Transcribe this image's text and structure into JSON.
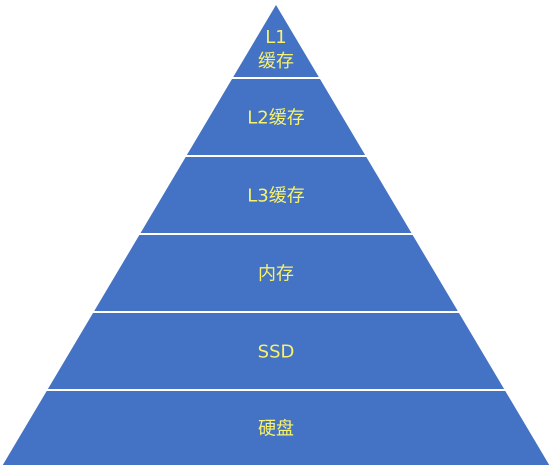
{
  "diagram": {
    "type": "pyramid",
    "colors": {
      "fill": "#4472c4",
      "separator": "#ffffff",
      "label": "#f7f26e",
      "background": "#ffffff"
    },
    "tiers": [
      {
        "lines": [
          "L1",
          "缓存"
        ]
      },
      {
        "lines": [
          "L2缓存"
        ]
      },
      {
        "lines": [
          "L3缓存"
        ]
      },
      {
        "lines": [
          "内存"
        ]
      },
      {
        "lines": [
          "SSD"
        ]
      },
      {
        "lines": [
          "硬盘"
        ]
      }
    ]
  }
}
